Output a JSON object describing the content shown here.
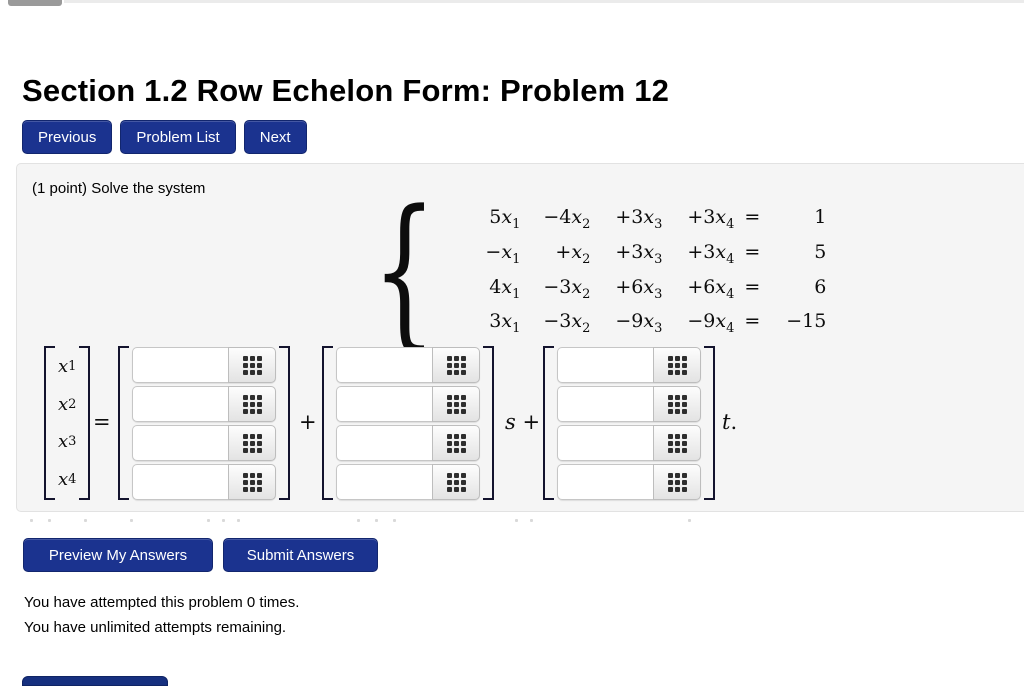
{
  "page": {
    "title": "Section 1.2 Row Echelon Form: Problem 12"
  },
  "nav": {
    "previous_label": "Previous",
    "problem_list_label": "Problem List",
    "next_label": "Next"
  },
  "problem": {
    "points_label": "(1 point)",
    "prompt": "Solve the system",
    "system_rows": [
      {
        "terms": [
          "5x_1",
          "−4x_2",
          "+3x_3",
          "+3x_4"
        ],
        "eq": "=",
        "rhs": "1"
      },
      {
        "terms": [
          "−x_1",
          "+x_2",
          "+3x_3",
          "+3x_4"
        ],
        "eq": "=",
        "rhs": "5"
      },
      {
        "terms": [
          "4x_1",
          "−3x_2",
          "+6x_3",
          "+6x_4"
        ],
        "eq": "=",
        "rhs": "6"
      },
      {
        "terms": [
          "3x_1",
          "−3x_2",
          "−9x_3",
          "−9x_4"
        ],
        "eq": "=",
        "rhs": "−15"
      }
    ],
    "answer": {
      "vector_labels": [
        "x_1",
        "x_2",
        "x_3",
        "x_4"
      ],
      "equals": "=",
      "plus": "+",
      "s_label": "s +",
      "t_label": "t.",
      "input_columns": 3,
      "input_rows": 4,
      "input_value": "",
      "input_placeholder": "",
      "editor_icon": "grid-icon"
    }
  },
  "actions": {
    "preview_label": "Preview My Answers",
    "submit_label": "Submit Answers"
  },
  "status": {
    "attempts_line": "You have attempted this problem 0 times.",
    "remaining_line": "You have unlimited attempts remaining."
  },
  "colors": {
    "button_blue": "#1b338f",
    "panel_gray": "#f5f5f5",
    "math_ink": "#0d0d0d"
  }
}
